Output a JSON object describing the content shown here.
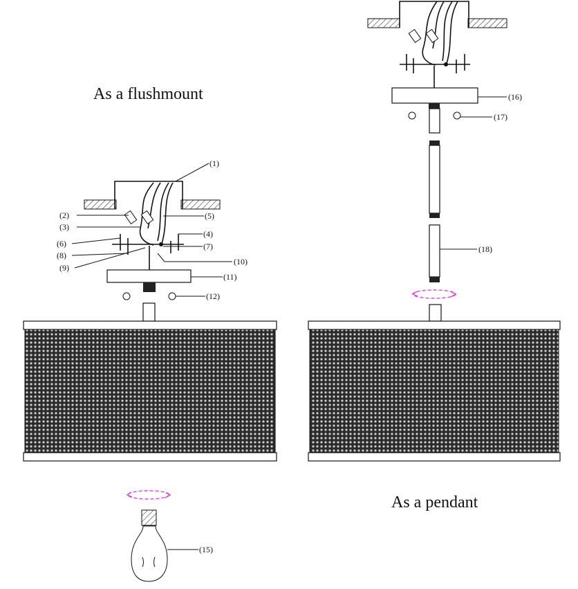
{
  "titles": {
    "flushmount": "As a flushmount",
    "pendant": "As a pendant"
  },
  "parts": {
    "p1": "(1)",
    "p2": "(2)",
    "p3": "(3)",
    "p4": "(4)",
    "p5": "(5)",
    "p6": "(6)",
    "p7": "(7)",
    "p8": "(8)",
    "p9": "(9)",
    "p10": "(10)",
    "p11": "(11)",
    "p12": "(12)",
    "p15": "(15)",
    "p16": "(16)",
    "p17": "(17)",
    "p18": "(18)"
  },
  "colors": {
    "rotation_arrow": "#e040e0",
    "line": "#111111",
    "mesh": "#2a2a2a"
  }
}
